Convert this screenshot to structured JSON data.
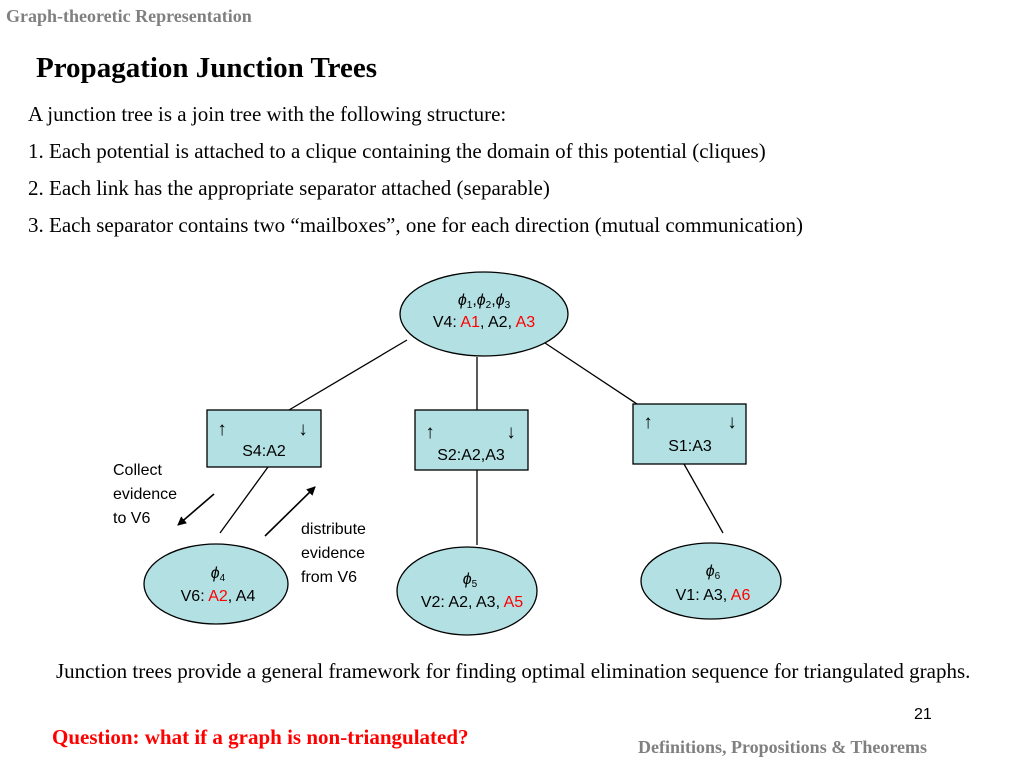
{
  "slide": {
    "section_title": "Graph-theoretic Representation",
    "title": "Propagation Junction Trees",
    "intro_line": "A junction tree is a join tree with the following structure:",
    "points": [
      "1. Each potential is attached to a clique containing  the domain of this potential  (cliques)",
      "2. Each link has the appropriate separator attached  (separable)",
      "3. Each separator contains two “mailboxes”, one for each direction  (mutual communication)"
    ],
    "footer_text": "Junction trees provide a general framework for finding optimal elimination sequence for triangulated graphs.",
    "question": "Question: what if a graph is non-triangulated?",
    "page_number": "21",
    "footer_right": "Definitions, Propositions & Theorems"
  },
  "diagram": {
    "colors": {
      "node_fill": "#b2e0e3",
      "separator_fill": "#b2e0e3",
      "highlight": "#ff0000",
      "stroke": "#000000",
      "muted": "#808080"
    },
    "root": {
      "potential_symbol": "ϕ",
      "potential_subscripts": [
        "1",
        "2",
        "3"
      ],
      "potential_separator": ",",
      "clique_name": "V4:",
      "variables": [
        {
          "text": "A1",
          "highlight": true
        },
        {
          "text": ", ",
          "highlight": false
        },
        {
          "text": "A2",
          "highlight": false
        },
        {
          "text": ", ",
          "highlight": false
        },
        {
          "text": "A3",
          "highlight": true
        }
      ]
    },
    "separators": [
      {
        "name": "S4:A2",
        "up_arrow": "↑",
        "down_arrow": "↓"
      },
      {
        "name": "S2:A2,A3",
        "up_arrow": "↑",
        "down_arrow": "↓"
      },
      {
        "name": "S1:A3",
        "up_arrow": "↑",
        "down_arrow": "↓"
      }
    ],
    "leaves": [
      {
        "potential_symbol": "ϕ",
        "potential_subscript": "4",
        "clique_name": "V6:",
        "variables": [
          {
            "text": "A2",
            "highlight": true
          },
          {
            "text": ", ",
            "highlight": false
          },
          {
            "text": "A4",
            "highlight": false
          }
        ]
      },
      {
        "potential_symbol": "ϕ",
        "potential_subscript": "5",
        "clique_name": "V2:",
        "variables": [
          {
            "text": "A2, A3, ",
            "highlight": false
          },
          {
            "text": "A5",
            "highlight": true
          }
        ]
      },
      {
        "potential_symbol": "ϕ",
        "potential_subscript": "6",
        "clique_name": "V1:",
        "variables": [
          {
            "text": "A3, ",
            "highlight": false
          },
          {
            "text": "A6",
            "highlight": true
          }
        ]
      }
    ],
    "annotations": {
      "collect": "Collect\nevidence\nto V6",
      "distribute": "distribute\nevidence\nfrom  V6"
    }
  }
}
